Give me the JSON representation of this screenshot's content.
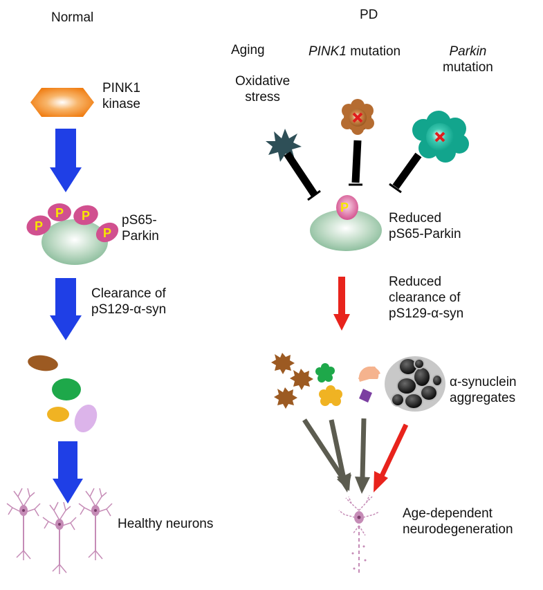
{
  "normal": {
    "header": "Normal",
    "pink1_label": [
      "PINK1",
      "kinase"
    ],
    "parkin_label": [
      "pS65-",
      "Parkin"
    ],
    "phospho_mark": "P",
    "clearance_label": [
      "Clearance of",
      "pS129-α-syn"
    ],
    "neurons_label": "Healthy neurons"
  },
  "pd": {
    "header": "PD",
    "factors": {
      "aging": "Aging",
      "oxidative": [
        "Oxidative",
        "stress"
      ],
      "pink1_gene": "PINK1",
      "pink1_suffix": " mutation",
      "parkin_gene": "Parkin",
      "parkin_suffix": "mutation"
    },
    "reduced_parkin_label": [
      "Reduced",
      "pS65-Parkin"
    ],
    "phospho_mark": "P",
    "reduced_clearance_label": [
      "Reduced",
      "clearance of",
      "pS129-α-syn"
    ],
    "aggregates_label": [
      "α-synuclein",
      "aggregates"
    ],
    "neurodegeneration_label": [
      "Age-dependent",
      "neurodegeneration"
    ]
  },
  "colors": {
    "normal_arrow": "#1f3fe6",
    "pd_arrow": "#e8231c",
    "gray_arrow": "#5c5c50",
    "pink1_kinase": "#f08a1e",
    "parkin_body": "#a8cdb6",
    "phospho_site": "#d1508f",
    "phospho_text": "#f7e600",
    "neuron": "#c58bb6",
    "mutation_x": "#e01d1d"
  }
}
